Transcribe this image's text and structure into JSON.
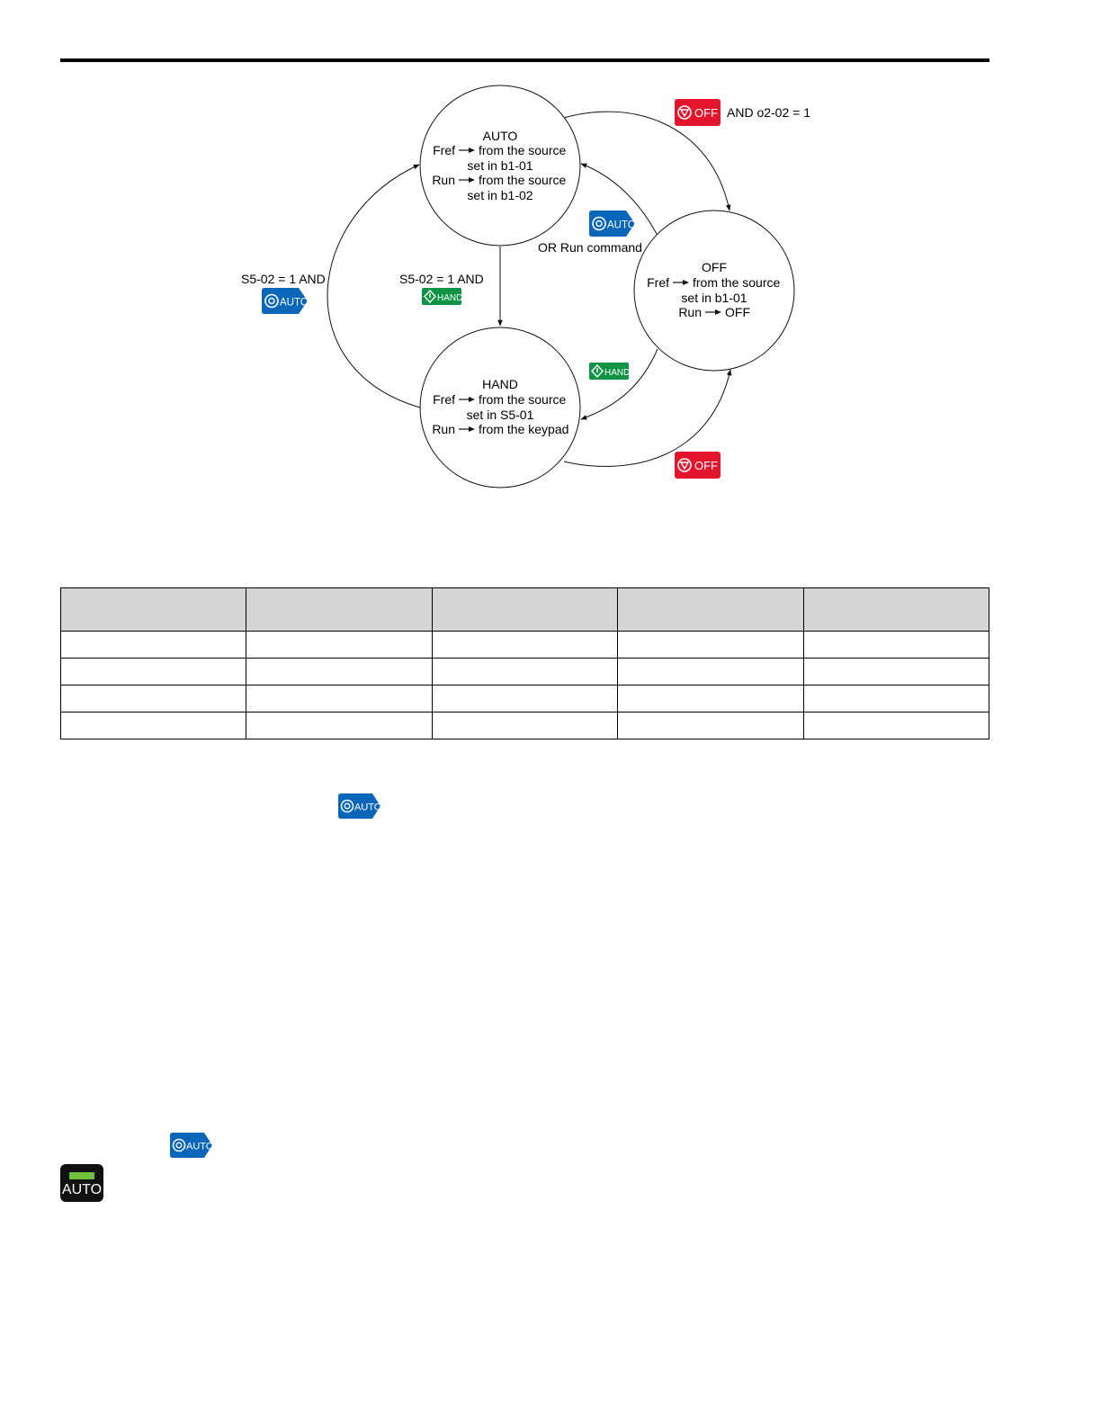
{
  "colors": {
    "auto_badge": "#0a66b8",
    "hand_badge": "#0f9445",
    "off_badge": "#e3142c",
    "led_green": "#6fc23a",
    "table_header": "#d5d5d5"
  },
  "badges": {
    "auto": "AUTO",
    "hand": "HAND",
    "off": "OFF"
  },
  "icons": {
    "auto": "auto-key-icon",
    "hand": "hand-key-icon",
    "off": "off-key-icon"
  },
  "states": {
    "auto": {
      "title": "AUTO",
      "line1_label": "Fref",
      "line1_text": "from the source",
      "line2": "set in b1-01",
      "line3_label": "Run",
      "line3_text": "from the source",
      "line4": "set in b1-02"
    },
    "off": {
      "title": "OFF",
      "line1_label": "Fref",
      "line1_text": "from the source",
      "line2": "set in b1-01",
      "line3_label": "Run",
      "line3_text": "OFF"
    },
    "hand": {
      "title": "HAND",
      "line1_label": "Fref",
      "line1_text": "from the source",
      "line2": "set in S5-01",
      "line3_label": "Run",
      "line3_text": "from the keypad"
    }
  },
  "transitions": {
    "auto_to_off_condition": "AND o2-02 = 1",
    "off_to_auto_condition": "OR Run command",
    "hand_to_auto_condition": "S5-02 = 1 AND",
    "auto_to_hand_condition": "S5-02 = 1 AND"
  },
  "table": {
    "columns": 5,
    "body_rows": 4
  },
  "auto_led": {
    "label": "AUTO"
  }
}
